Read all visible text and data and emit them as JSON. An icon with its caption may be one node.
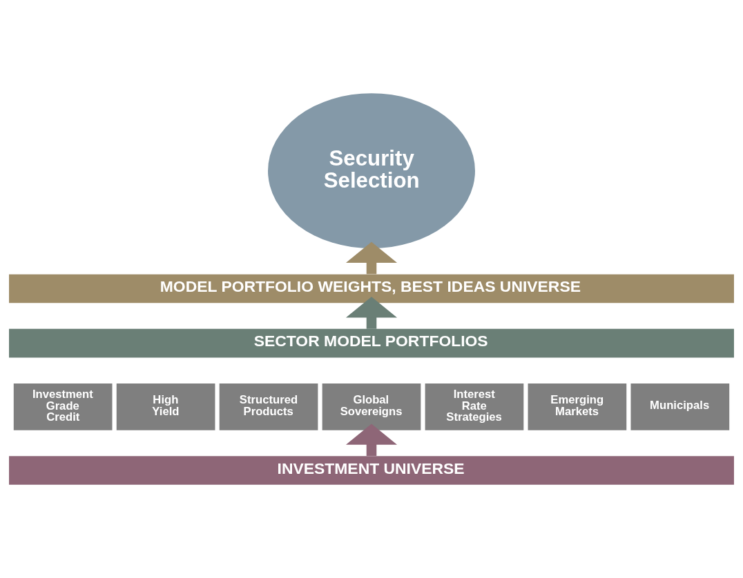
{
  "diagram": {
    "nodes": [
      {
        "text": [
          "Security Selection"
        ]
      },
      {
        "text": [
          "MODEL PORTFOLIO WEIGHTS, BEST IDEAS UNIVERSE"
        ]
      },
      {
        "text": [
          "SECTOR MODEL PORTFOLIOS"
        ]
      },
      {
        "text": [
          "Investment Grade Credit"
        ]
      },
      {
        "text": [
          "High Yield"
        ]
      },
      {
        "text": [
          "Structured Products"
        ]
      },
      {
        "text": [
          "Global Sovereigns"
        ]
      },
      {
        "text": [
          "Interest Rate Strategies"
        ]
      },
      {
        "text": [
          "Emerging Markets"
        ]
      },
      {
        "text": [
          "Municipals"
        ]
      },
      {
        "text": [
          "INVESTMENT UNIVERSE"
        ]
      }
    ],
    "edges": [
      {
        "from": 10,
        "to": 6,
        "arrow": "to",
        "color": "#8e6677"
      },
      {
        "from": 2,
        "to": 1,
        "arrow": "to",
        "color": "#6a7f76"
      },
      {
        "from": 1,
        "to": 0,
        "arrow": "to",
        "color": "#9e8c68"
      }
    ]
  }
}
